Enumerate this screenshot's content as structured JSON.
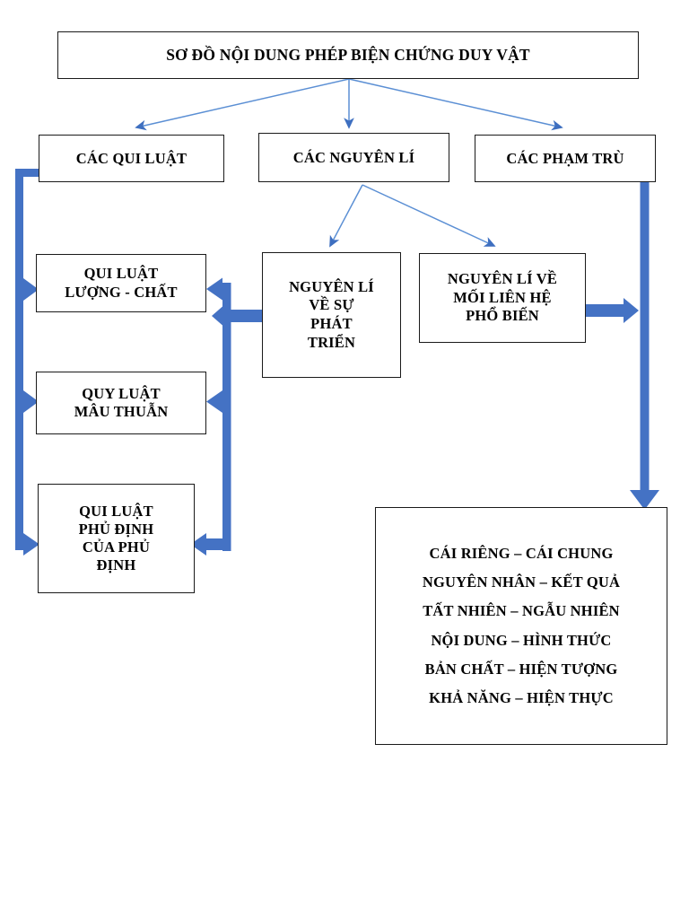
{
  "diagram": {
    "title": "SƠ ĐỒ NỘI DUNG PHÉP BIỆN CHỨNG DUY VẬT",
    "colors": {
      "thick_arrow": "#4472C4",
      "thin_arrow": "#5B8FD4",
      "box_border": "#1a1a1a",
      "text": "#000000",
      "background": "#ffffff"
    },
    "level2": {
      "laws": "CÁC QUI LUẬT",
      "principles": "CÁC NGUYÊN LÍ",
      "categories": "CÁC PHẠM TRÙ"
    },
    "laws": [
      {
        "lines": [
          "QUI LUẬT",
          "LƯỢNG - CHẤT"
        ]
      },
      {
        "lines": [
          "QUY LUẬT",
          "MÂU THUẪN"
        ]
      },
      {
        "lines": [
          "QUI LUẬT",
          "PHỦ ĐỊNH",
          "CỦA PHỦ",
          "ĐỊNH"
        ]
      }
    ],
    "principles": [
      {
        "lines": [
          "NGUYÊN LÍ",
          "VỀ SỰ",
          "PHÁT",
          "TRIỂN"
        ]
      },
      {
        "lines": [
          "NGUYÊN LÍ VỀ",
          "MỐI LIÊN HỆ",
          "PHỔ BIẾN"
        ]
      }
    ],
    "categories_list": [
      "CÁI RIÊNG – CÁI CHUNG",
      "NGUYÊN NHÂN – KẾT QUẢ",
      "TẤT NHIÊN – NGẪU NHIÊN",
      "NỘI DUNG – HÌNH THỨC",
      "BẢN CHẤT – HIỆN TƯỢNG",
      "KHẢ NĂNG – HIỆN THỰC"
    ]
  }
}
